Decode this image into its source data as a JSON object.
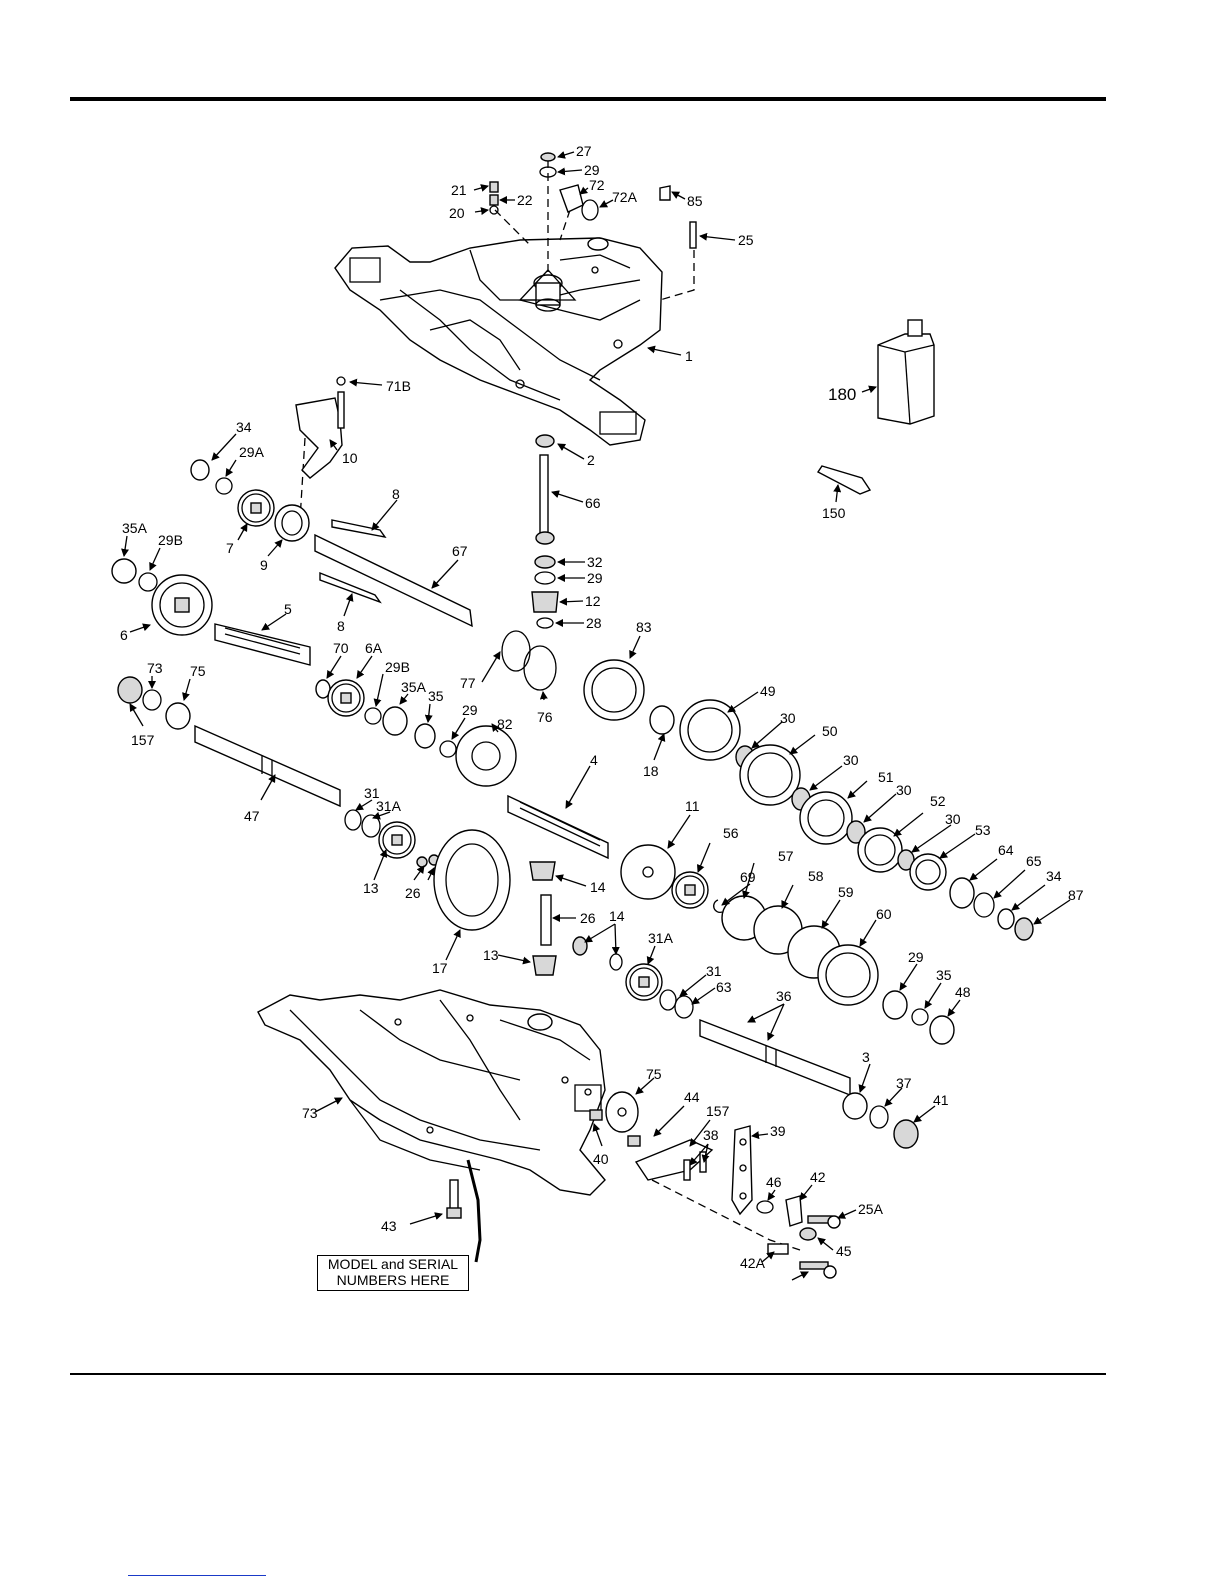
{
  "diagram": {
    "model_note": {
      "line1": "MODEL and SERIAL",
      "line2": "NUMBERS HERE"
    },
    "callouts": [
      "27",
      "29",
      "21",
      "22",
      "72",
      "72A",
      "85",
      "20",
      "25",
      "1",
      "180",
      "71B",
      "34",
      "29A",
      "10",
      "2",
      "66",
      "150",
      "8",
      "35A",
      "29B",
      "7",
      "9",
      "67",
      "32",
      "29",
      "12",
      "6",
      "5",
      "8",
      "28",
      "83",
      "70",
      "6A",
      "29B",
      "35A",
      "77",
      "76",
      "73",
      "75",
      "49",
      "157",
      "35",
      "29",
      "82",
      "18",
      "30",
      "50",
      "30",
      "51",
      "4",
      "47",
      "31",
      "31A",
      "30",
      "52",
      "30",
      "53",
      "11",
      "56",
      "13",
      "26",
      "14",
      "57",
      "69",
      "64",
      "65",
      "34",
      "58",
      "87",
      "59",
      "60",
      "17",
      "26",
      "14",
      "13",
      "31A",
      "31",
      "63",
      "29",
      "35",
      "48",
      "36",
      "75",
      "3",
      "73",
      "37",
      "44",
      "157",
      "41",
      "39",
      "38",
      "40",
      "46",
      "42",
      "25A",
      "43",
      "45",
      "42A"
    ]
  },
  "colors": {
    "ink": "#000000",
    "paper": "#ffffff",
    "link": "#1a3ac8"
  }
}
